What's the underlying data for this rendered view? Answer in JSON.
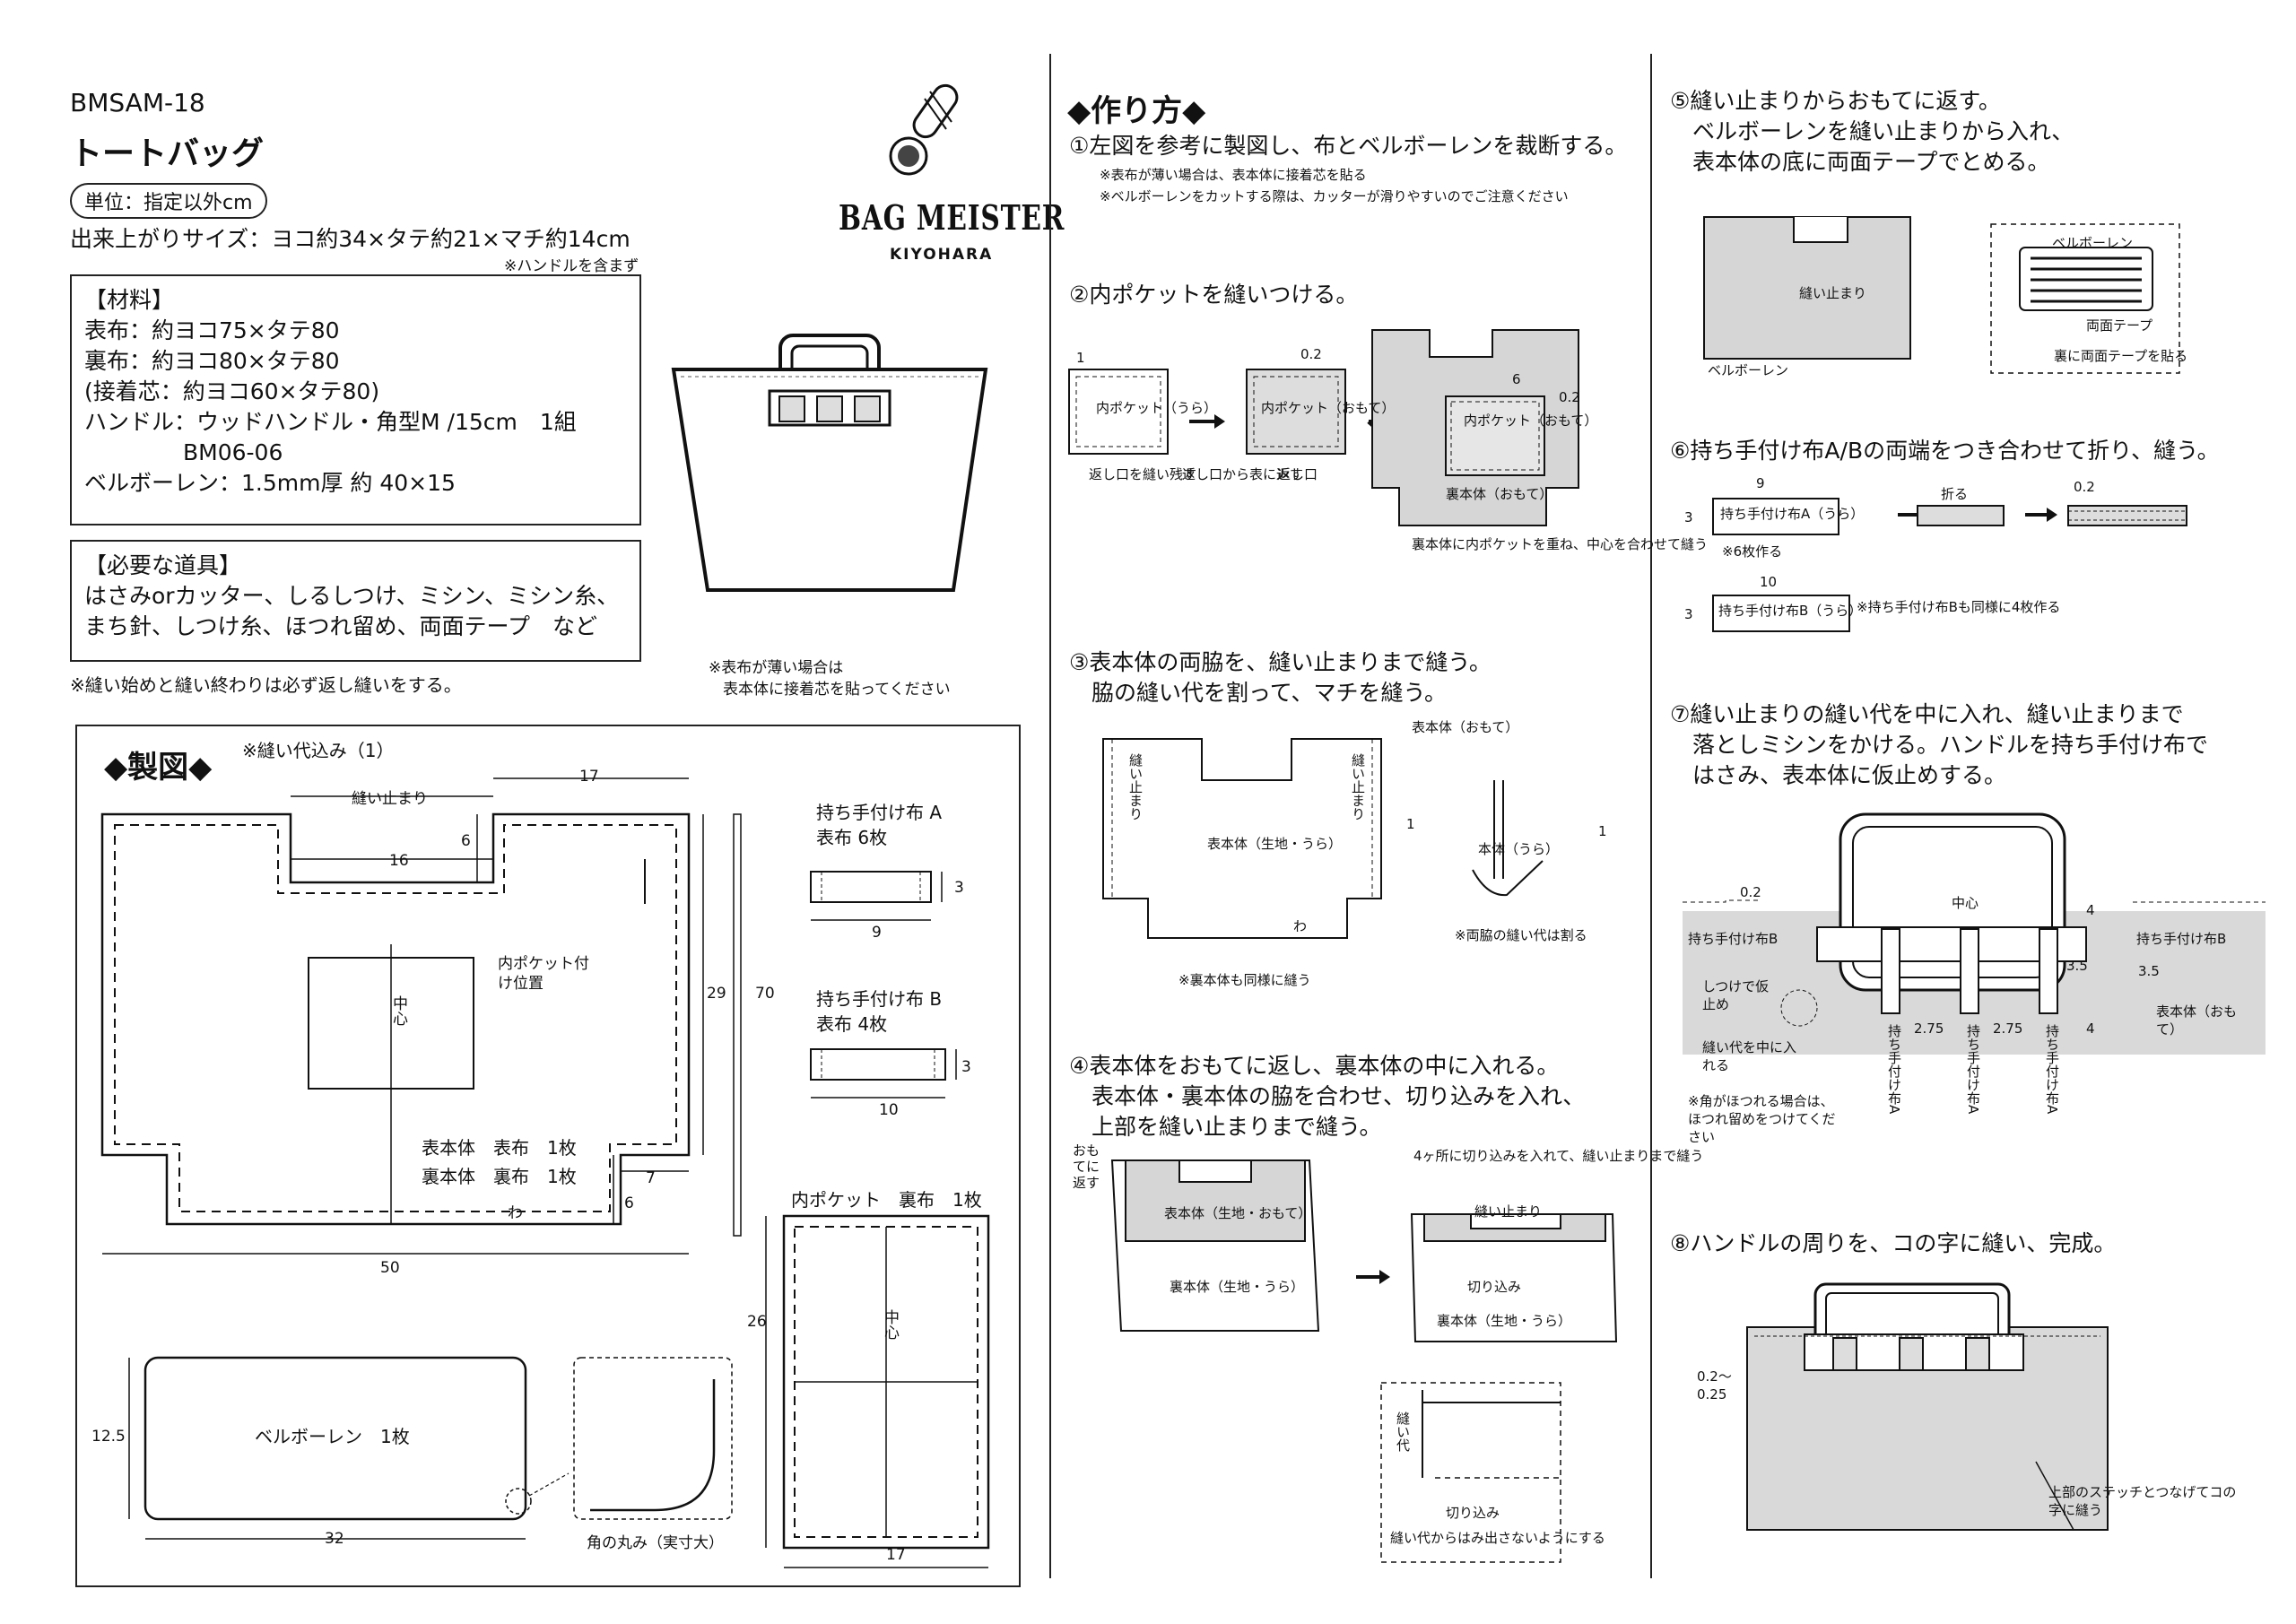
{
  "header": {
    "code": "BMSAM-18",
    "title": "トートバッグ",
    "unit": "単位：指定以外cm",
    "size": "出来上がりサイズ：ヨコ約34×タテ約21×マチ約14cm",
    "size_note": "※ハンドルを含まず"
  },
  "brand": {
    "name": "BAG MEISTER",
    "sub": "KIYOHARA"
  },
  "materials": {
    "heading": "【材料】",
    "lines": [
      "表布：約ヨコ75×タテ80",
      "裏布：約ヨコ80×タテ80",
      "(接着芯：約ヨコ60×タテ80)",
      "ハンドル：ウッドハンドル・角型M /15cm　1組",
      "BM06-06",
      "ベルボーレン：1.5mm厚 約 40×15"
    ]
  },
  "tools": {
    "heading": "【必要な道具】",
    "lines": [
      "はさみorカッター、しるしつけ、ミシン、ミシン糸、",
      "まち針、しつけ糸、ほつれ留め、両面テープ　など"
    ]
  },
  "backstitch_note": "※縫い始めと縫い終わりは必ず返し縫いをする。",
  "interfacing_note": [
    "※表布が薄い場合は",
    "表本体に接着芯を貼ってください"
  ],
  "pattern": {
    "heading": "◆製図◆",
    "seam_note": "※縫い代込み（1）",
    "labels": {
      "stop": "縫い止まり",
      "d17": "17",
      "d6": "6",
      "d16": "16",
      "pocket_pos": "内ポケット付け位置",
      "center": "中心",
      "d29": "29",
      "d70": "70",
      "body_outer": "表本体　表布　1枚",
      "body_inner": "裏本体　裏布　1枚",
      "d7": "7",
      "d6b": "6",
      "wa": "わ",
      "d50": "50",
      "handleA_title": "持ち手付け布 A",
      "handleA_count": "表布 6枚",
      "d3a": "3",
      "d9": "9",
      "handleB_title": "持ち手付け布 B",
      "handleB_count": "表布 4枚",
      "d3b": "3",
      "d10": "10",
      "pocket_title": "内ポケット　裏布　1枚",
      "d26": "26",
      "d17b": "17",
      "belv": "ベルボーレン　1枚",
      "d12_5": "12.5",
      "d32": "32",
      "corner": "角の丸み（実寸大）"
    }
  },
  "how_to": {
    "heading": "◆作り方◆",
    "step1": "①左図を参考に製図し、布とベルボーレンを裁断する。",
    "step1_notes": [
      "※表布が薄い場合は、表本体に接着芯を貼る",
      "※ベルボーレンをカットする際は、カッターが滑りやすいのでご注意ください"
    ],
    "step2": "②内ポケットを縫いつける。",
    "step2_labels": {
      "pocket_back": "内ポケット（うら）",
      "pocket_front": "内ポケット（おもて）",
      "return_leave": "返し口を縫い残す",
      "return_turn": "返し口から表に返す",
      "return": "返し口",
      "p02": "0.2",
      "p1": "1",
      "p6": "6",
      "p02b": "0.2",
      "pocket_on": "内ポケット（おもて）",
      "inner_body": "裏本体（おもて）",
      "note": "裏本体に内ポケットを重ね、中心を合わせて縫う"
    },
    "step3": "③表本体の両脇を、縫い止まりまで縫う。\n　脇の縫い代を割って、マチを縫う。",
    "step3_labels": {
      "front": "表本体（おもて）",
      "stop_l": "縫い止まり",
      "stop_r": "縫い止まり",
      "body": "表本体（生地・うら）",
      "wa": "わ",
      "one": "1",
      "same": "※裏本体も同様に縫う",
      "body_back": "本体（うら）",
      "one2": "1",
      "split": "※両脇の縫い代は割る"
    },
    "step4": "④表本体をおもてに返し、裏本体の中に入れる。\n　表本体・裏本体の脇を合わせ、切り込みを入れ、\n　上部を縫い止まりまで縫う。",
    "step4_labels": {
      "turn": "おもてに返す",
      "front": "表本体（生地・おもて）",
      "inner": "裏本体（生地・うら）",
      "cut_note": "4ヶ所に切り込みを入れて、縫い止まりまで縫う",
      "stop": "縫い止まり",
      "cut": "切り込み",
      "inner2": "裏本体（生地・うら）",
      "seam": "縫い代",
      "cut2": "切り込み",
      "avoid": "縫い代からはみ出さないようにする"
    },
    "step5": "⑤縫い止まりからおもてに返す。\n　ベルボーレンを縫い止まりから入れ、\n　表本体の底に両面テープでとめる。",
    "step5_labels": {
      "stop": "縫い止まり",
      "belv": "ベルボーレン",
      "belv_box": "ベルボーレン",
      "tape": "両面テープ",
      "tape_note": "裏に両面テープを貼る"
    },
    "step6": "⑥持ち手付け布A/Bの両端をつき合わせて折り、縫う。",
    "step6_labels": {
      "a9": "9",
      "a3": "3",
      "tabA": "持ち手付け布A（うら）",
      "make6": "※6枚作る",
      "fold": "折る",
      "s02": "0.2",
      "b10": "10",
      "b3": "3",
      "tabB": "持ち手付け布B（うら）",
      "makeB": "※持ち手付け布Bも同様に4枚作る"
    },
    "step7": "⑦縫い止まりの縫い代を中に入れ、縫い止まりまで\n　落としミシンをかける。ハンドルを持ち手付け布で\n　はさみ、表本体に仮止めする。",
    "step7_labels": {
      "s02": "0.2",
      "center": "中心",
      "four": "4",
      "tabB_l": "持ち手付け布B",
      "tabB_r": "持ち手付け布B",
      "tack": "しつけで仮止め",
      "tuck": "縫い代を中に入れる",
      "s35a": "3.5",
      "s35b": "3.5",
      "body": "表本体（おもて）",
      "g275a": "2.75",
      "g275b": "2.75",
      "four2": "4",
      "tabA": "持ち手付け布A",
      "fray": "※角がほつれる場合は、ほつれ留めをつけてください"
    },
    "step8": "⑧ハンドルの周りを、コの字に縫い、完成。",
    "step8_labels": {
      "gap1": "0.2〜",
      "gap2": "0.25",
      "stitch": "上部のステッチとつなげてコの字に縫う"
    }
  },
  "colors": {
    "ink": "#111111",
    "fill_gray": "#d8d8d8",
    "paper": "#ffffff"
  }
}
